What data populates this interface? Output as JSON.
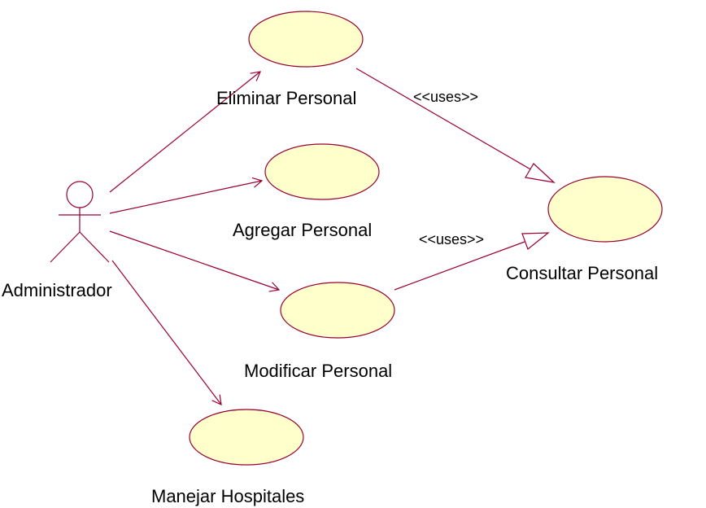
{
  "diagram": {
    "actor": {
      "name": "Administrador"
    },
    "use_cases": {
      "eliminar": "Eliminar Personal",
      "agregar": "Agregar Personal",
      "modificar": "Modificar Personal",
      "hospitales": "Manejar Hospitales",
      "consultar": "Consultar Personal"
    },
    "relations": {
      "uses_top": "<<uses>>",
      "uses_bottom": "<<uses>>"
    },
    "colors": {
      "line": "#990033",
      "use_case_fill": "#ffffcc"
    }
  }
}
